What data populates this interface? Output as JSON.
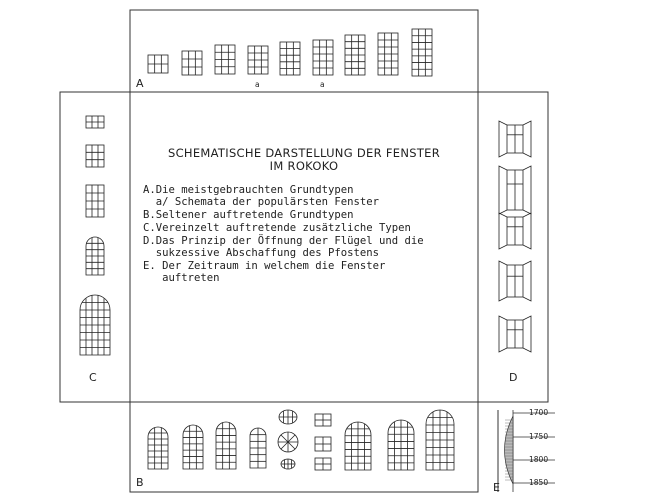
{
  "title": [
    "SCHEMATISCHE DARSTELLUNG DER FENSTER",
    "IM ROKOKO"
  ],
  "legend": [
    "A.Die meistgebrauchten Grundtypen",
    "  a/ Schemata der populärsten Fenster",
    "B.Seltener auftretende Grundtypen",
    "C.Vereinzelt auftretende zusätzliche Typen",
    "D.Das Prinzip der Öffnung der Flügel und die",
    "  sukzessive Abschaffung des Pfostens",
    "E. Der Zeitraum in welchem die Fenster",
    "   auftreten"
  ],
  "panel_labels": {
    "a": "A",
    "b": "B",
    "c": "C",
    "d": "D",
    "e": "E"
  },
  "panel_a_marks": [
    "a",
    "a"
  ],
  "timeline_years": [
    "1700",
    "1750",
    "1800",
    "1850"
  ]
}
